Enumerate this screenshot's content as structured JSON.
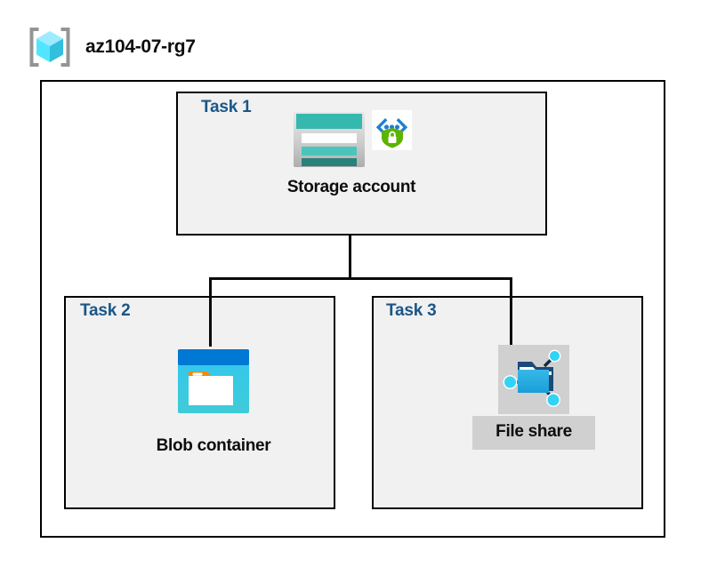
{
  "diagram": {
    "resource_group": {
      "title": "az104-07-rg7",
      "icon": "resource-group-cube-icon"
    },
    "tasks": [
      {
        "id": "task1",
        "label": "Task 1",
        "node_caption": "Storage account",
        "icons": [
          "storage-account-icon",
          "secure-endpoint-shield-icon"
        ],
        "highlighted": false
      },
      {
        "id": "task2",
        "label": "Task 2",
        "node_caption": "Blob container",
        "icons": [
          "blob-container-icon"
        ],
        "highlighted": false
      },
      {
        "id": "task3",
        "label": "Task 3",
        "node_caption": "File share",
        "icons": [
          "file-share-folder-icon"
        ],
        "highlighted": true
      }
    ],
    "colors": {
      "task_label": "#1a5687",
      "box_border": "#000000",
      "box_fill": "#f1f1f1",
      "canvas": "#ffffff",
      "connector": "#0a0a0a",
      "highlight_plate": "#d0d0d0",
      "storage_teal": "#35b8ae",
      "blob_blue": "#0078d4",
      "cube_cyan": "#50e6ff",
      "shield_green": "#5cb300",
      "folder_tab_orange": "#f2890a"
    }
  }
}
